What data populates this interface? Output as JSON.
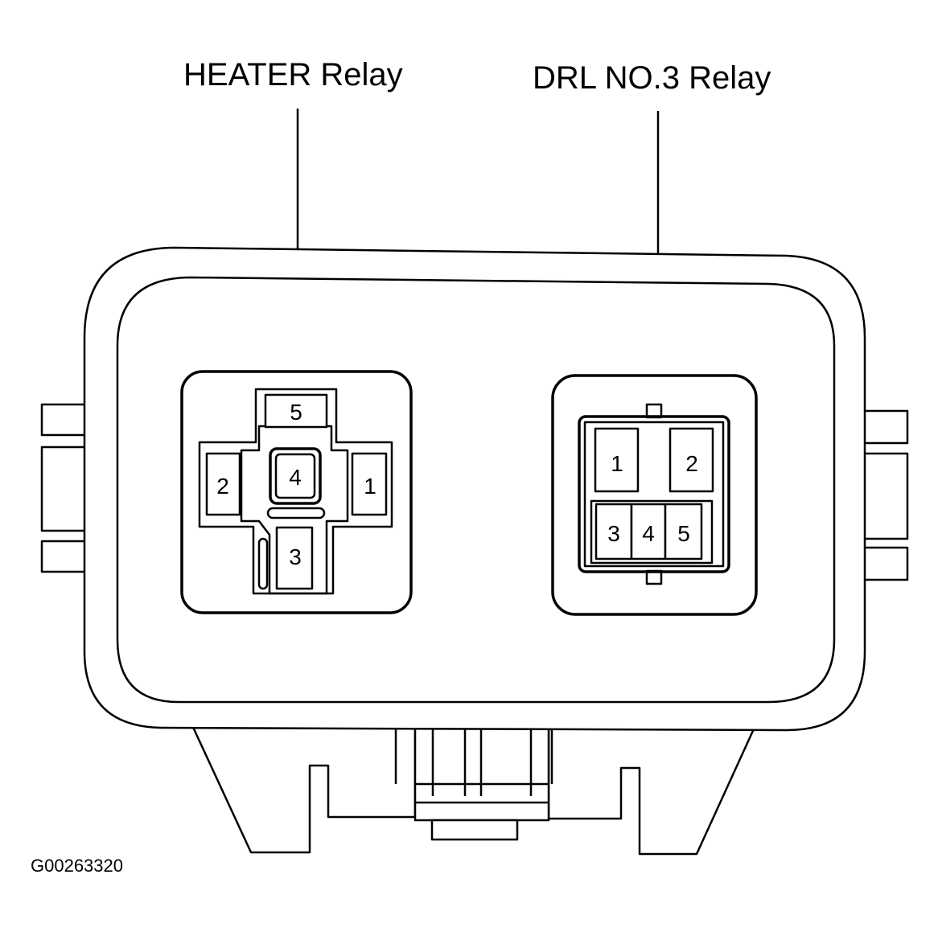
{
  "labels": {
    "heater_relay": "HEATER Relay",
    "drl_relay": "DRL NO.3 Relay",
    "figure_id": "G00263320"
  },
  "heater_relay_pins": {
    "pin5": "5",
    "pin4": "4",
    "pin2": "2",
    "pin1": "1",
    "pin3": "3"
  },
  "drl_relay_pins": {
    "pin1": "1",
    "pin2": "2",
    "pin3": "3",
    "pin4": "4",
    "pin5": "5"
  },
  "colors": {
    "line": "#000000",
    "background": "#ffffff"
  }
}
